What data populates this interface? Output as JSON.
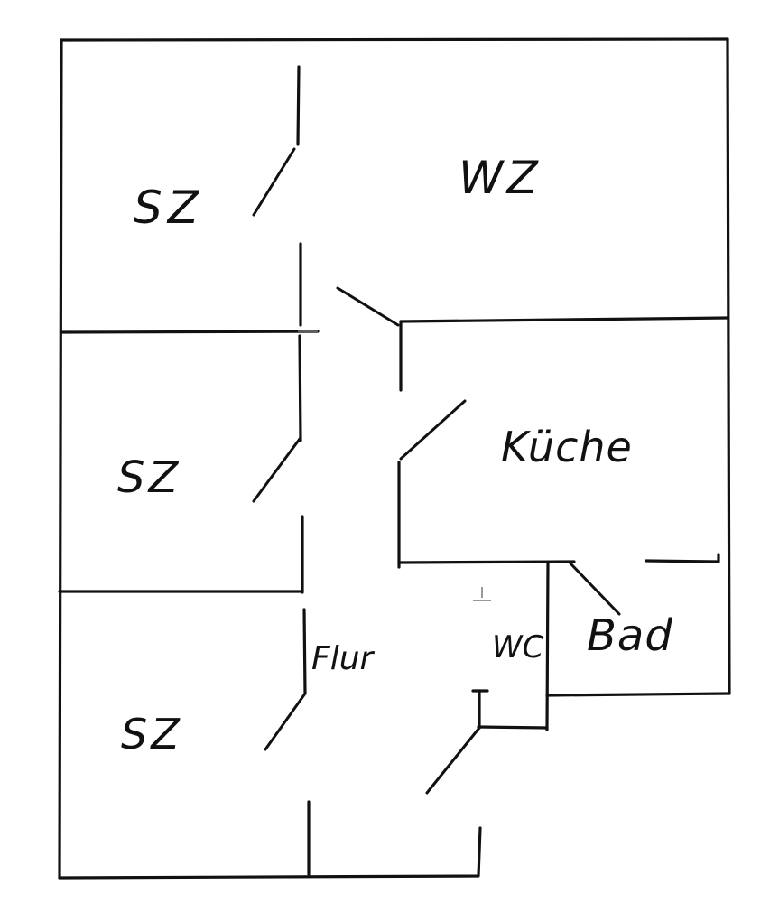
{
  "floor_plan": {
    "rooms": {
      "wohnzimmer": "WZ",
      "schlafzimmer_1": "SZ",
      "schlafzimmer_2": "SZ",
      "schlafzimmer_3": "SZ",
      "kueche": "Küche",
      "flur": "Flur",
      "wc": "WC",
      "bad": "Bad"
    },
    "ink_color": "#111111",
    "paper_color": "#ffffff"
  }
}
